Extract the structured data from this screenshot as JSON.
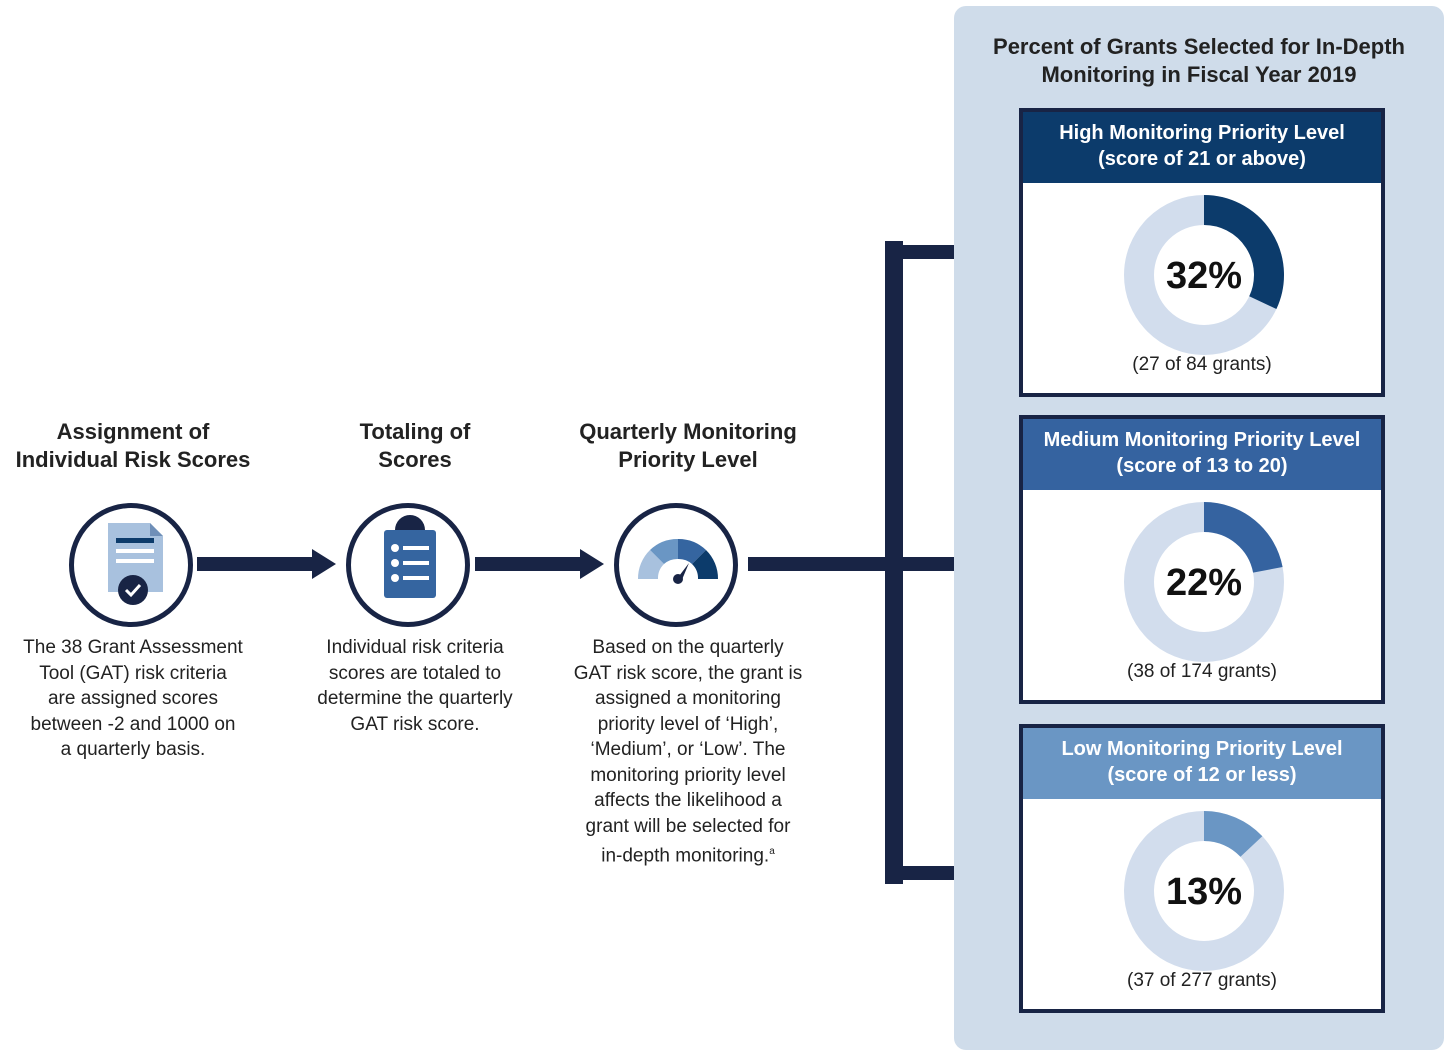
{
  "steps": [
    {
      "title_lines": [
        "Assignment of",
        "Individual Risk Scores"
      ],
      "icon": "document-check-icon",
      "description_lines": [
        "The 38 Grant Assessment",
        "Tool (GAT) risk criteria",
        "are assigned scores",
        "between -2 and 1000 on",
        "a quarterly basis."
      ]
    },
    {
      "title_lines": [
        "Totaling of",
        "Scores"
      ],
      "icon": "clipboard-list-icon",
      "description_lines": [
        "Individual risk criteria",
        "scores are totaled to",
        "determine the quarterly",
        "GAT risk score."
      ]
    },
    {
      "title_lines": [
        "Quarterly Monitoring",
        "Priority Level"
      ],
      "icon": "gauge-icon",
      "description_lines": [
        "Based on the quarterly",
        "GAT risk score, the grant is",
        "assigned a monitoring",
        "priority level of ‘High’,",
        "‘Medium’, or ‘Low’. The",
        "monitoring priority level",
        "affects the likelihood a",
        "grant will be selected for",
        "in-depth monitoring."
      ],
      "footnote": "a"
    }
  ],
  "panel": {
    "title_lines": [
      "Percent of Grants Selected for In-Depth",
      "Monitoring in Fiscal Year 2019"
    ],
    "levels": [
      {
        "title": "High Monitoring Priority Level",
        "range": "(score of 21 or above)",
        "percent": 32,
        "percent_label": "32%",
        "count_label": "(27 of 84 grants)",
        "color": "#0c3b6b"
      },
      {
        "title": "Medium Monitoring Priority Level",
        "range": "(score of 13 to 20)",
        "percent": 22,
        "percent_label": "22%",
        "count_label": "(38 of 174 grants)",
        "color": "#3563a0"
      },
      {
        "title": "Low Monitoring Priority Level",
        "range": "(score of 12 or less)",
        "percent": 13,
        "percent_label": "13%",
        "count_label": "(37 of 277 grants)",
        "color": "#6a96c4"
      }
    ]
  },
  "colors": {
    "arrow": "#182445",
    "panel_bg": "#cfdcea",
    "ring_track": "#d2dded",
    "icon_light": "#a8c1de",
    "icon_mid": "#3565a0",
    "icon_dark": "#0c3b6b"
  }
}
